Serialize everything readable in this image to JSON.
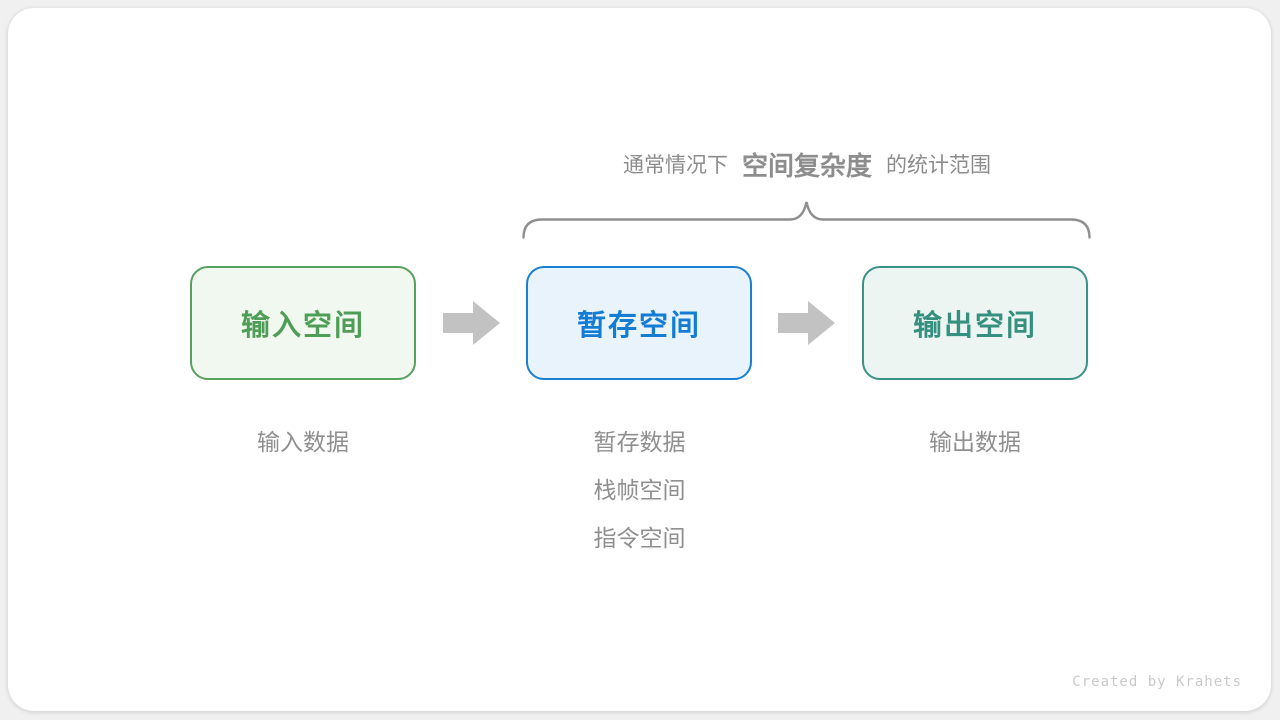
{
  "page": {
    "background": "#f0f0f0",
    "card_background": "#ffffff"
  },
  "caption": {
    "prefix": "通常情况下",
    "highlight": "空间复杂度",
    "suffix": "的统计范围",
    "color": "#8c8c8c"
  },
  "brace": {
    "color": "#8f8f8f"
  },
  "boxes": [
    {
      "label": "输入空间",
      "border_color": "#57a05e",
      "fill_color": "#f1f8ef",
      "text_color": "#4f9e57"
    },
    {
      "label": "暂存空间",
      "border_color": "#1a80d1",
      "fill_color": "#e8f3fc",
      "text_color": "#147dd3"
    },
    {
      "label": "输出空间",
      "border_color": "#3a9186",
      "fill_color": "#edf5f2",
      "text_color": "#36907f"
    }
  ],
  "arrow": {
    "color": "#c2c2c2"
  },
  "sublabels": {
    "input": [
      "输入数据"
    ],
    "temp": [
      "暂存数据",
      "栈帧空间",
      "指令空间"
    ],
    "output": [
      "输出数据"
    ]
  },
  "watermark": "Created by Krahets"
}
